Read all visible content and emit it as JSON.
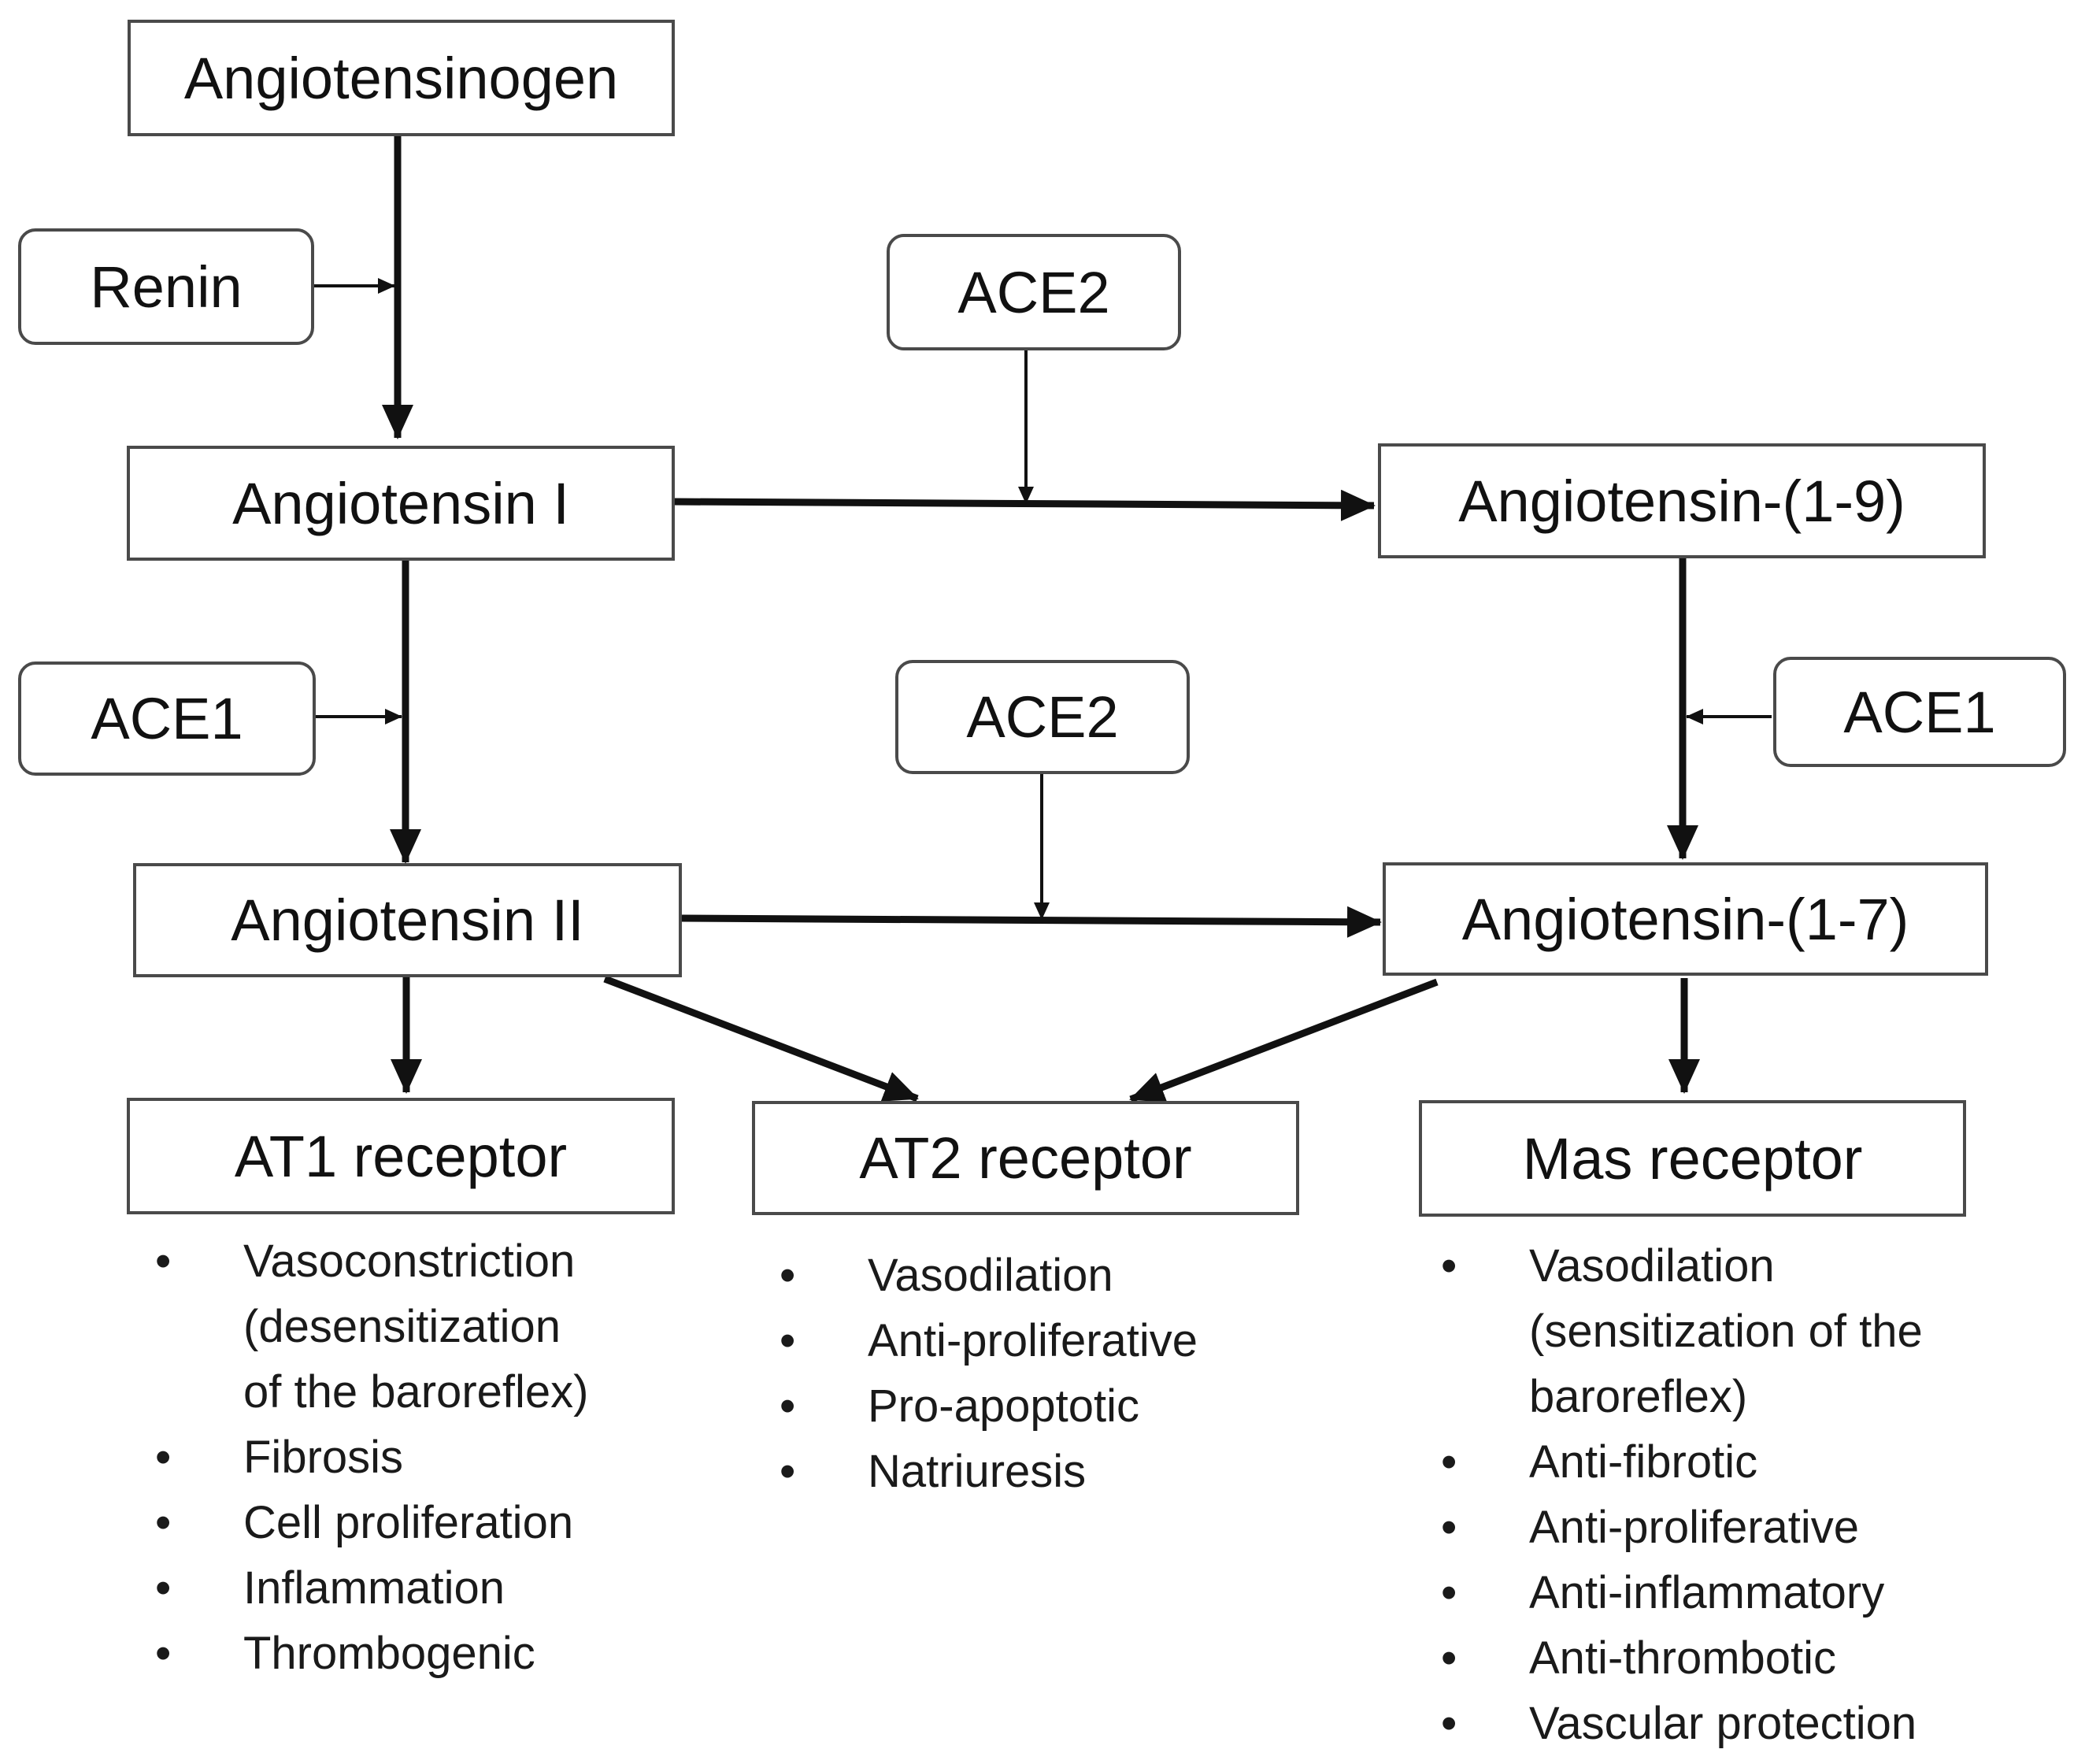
{
  "nodes": {
    "angiotensinogen": "Angiotensinogen",
    "renin": "Renin",
    "ace2_top": "ACE2",
    "angiotensin_i": "Angiotensin I",
    "angiotensin_1_9": "Angiotensin-(1-9)",
    "ace1_left": "ACE1",
    "ace2_mid": "ACE2",
    "ace1_right": "ACE1",
    "angiotensin_ii": "Angiotensin II",
    "angiotensin_1_7": "Angiotensin-(1-7)",
    "at1_receptor": "AT1 receptor",
    "at2_receptor": "AT2 receptor",
    "mas_receptor": "Mas receptor"
  },
  "effects": {
    "at1": [
      "Vasoconstriction",
      "(desensitization",
      "of the baroreflex)",
      "Fibrosis",
      "Cell proliferation",
      "Inflammation",
      "Thrombogenic"
    ],
    "at2": [
      "Vasodilation",
      "Anti-proliferative",
      "Pro-apoptotic",
      "Natriuresis"
    ],
    "mas": [
      "Vasodilation",
      "(sensitization of the",
      "baroreflex)",
      "Anti-fibrotic",
      "Anti-proliferative",
      "Anti-inflammatory",
      "Anti-thrombotic",
      "Vascular protection"
    ]
  }
}
